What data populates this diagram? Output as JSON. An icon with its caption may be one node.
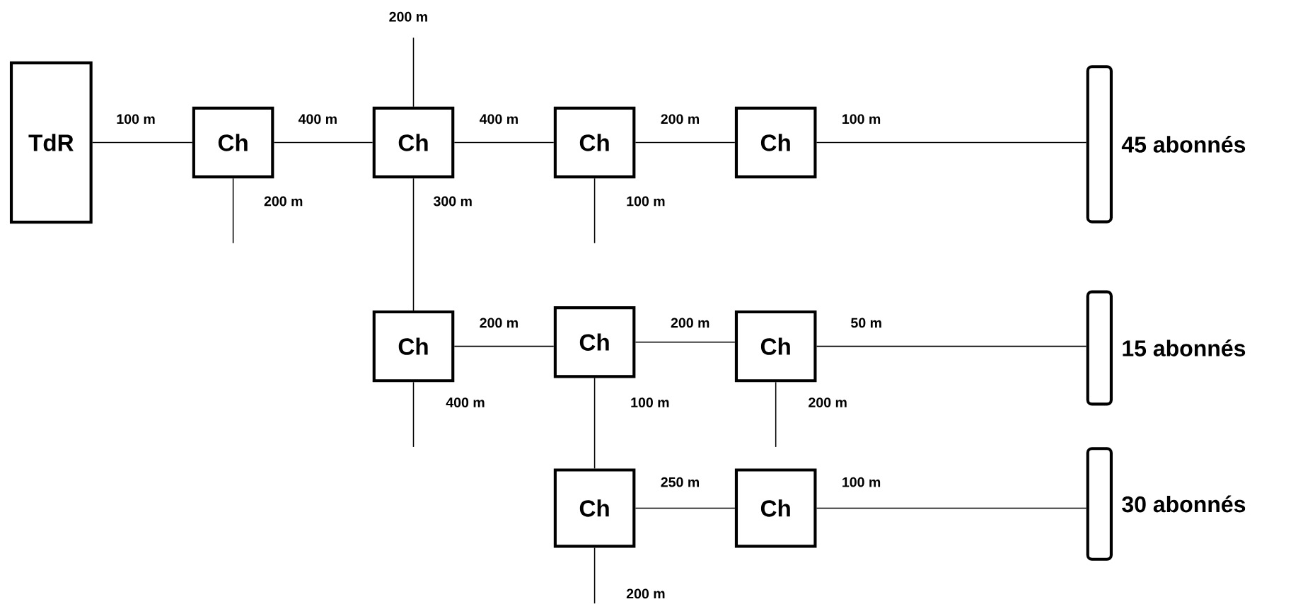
{
  "diagram": {
    "nodes": [
      {
        "text": [
          "TdR"
        ]
      },
      {
        "text": [
          "Ch"
        ]
      },
      {
        "text": [
          "Ch"
        ]
      },
      {
        "text": [
          "Ch"
        ]
      },
      {
        "text": [
          "Ch"
        ]
      },
      {
        "text": [],
        "shape": "bar",
        "beside": [
          "45 abonnés"
        ]
      },
      {
        "text": [
          "Ch"
        ]
      },
      {
        "text": [
          "Ch"
        ]
      },
      {
        "text": [
          "Ch"
        ]
      },
      {
        "text": [],
        "shape": "bar",
        "beside": [
          "15 abonnés"
        ]
      },
      {
        "text": [
          "Ch"
        ]
      },
      {
        "text": [
          "Ch"
        ]
      },
      {
        "text": [],
        "shape": "bar",
        "beside": [
          "30 abonnés"
        ]
      }
    ],
    "edges": [
      {
        "from": 0,
        "to": 1,
        "arrow": "none",
        "label": "100 m"
      },
      {
        "from": 1,
        "to": 2,
        "arrow": "none",
        "label": "400 m"
      },
      {
        "from": 2,
        "to": 3,
        "arrow": "none",
        "label": "400 m"
      },
      {
        "from": 3,
        "to": 4,
        "arrow": "none",
        "label": "200 m"
      },
      {
        "from": 4,
        "to": 5,
        "arrow": "none",
        "label": "100 m"
      },
      {
        "from": 2,
        "to": 6,
        "arrow": "none",
        "label": "300 m"
      },
      {
        "from": 6,
        "to": 7,
        "arrow": "none",
        "label": "200 m"
      },
      {
        "from": 7,
        "to": 8,
        "arrow": "none",
        "label": "200 m"
      },
      {
        "from": 8,
        "to": 9,
        "arrow": "none",
        "label": "50 m"
      },
      {
        "from": 7,
        "to": 10,
        "arrow": "none",
        "label": "100 m"
      },
      {
        "from": 10,
        "to": 11,
        "arrow": "none",
        "label": "250 m"
      },
      {
        "from": 11,
        "to": 12,
        "arrow": "none",
        "label": "100 m"
      },
      {
        "from": 1,
        "to": null,
        "arrow": "none",
        "label": "200 m"
      },
      {
        "from": 2,
        "to": null,
        "arrow": "none",
        "label": "200 m"
      },
      {
        "from": 3,
        "to": null,
        "arrow": "none",
        "label": "100 m"
      },
      {
        "from": 6,
        "to": null,
        "arrow": "none",
        "label": "400 m"
      },
      {
        "from": 8,
        "to": null,
        "arrow": "none",
        "label": "200 m"
      },
      {
        "from": 10,
        "to": null,
        "arrow": "none",
        "label": "200 m"
      }
    ]
  }
}
